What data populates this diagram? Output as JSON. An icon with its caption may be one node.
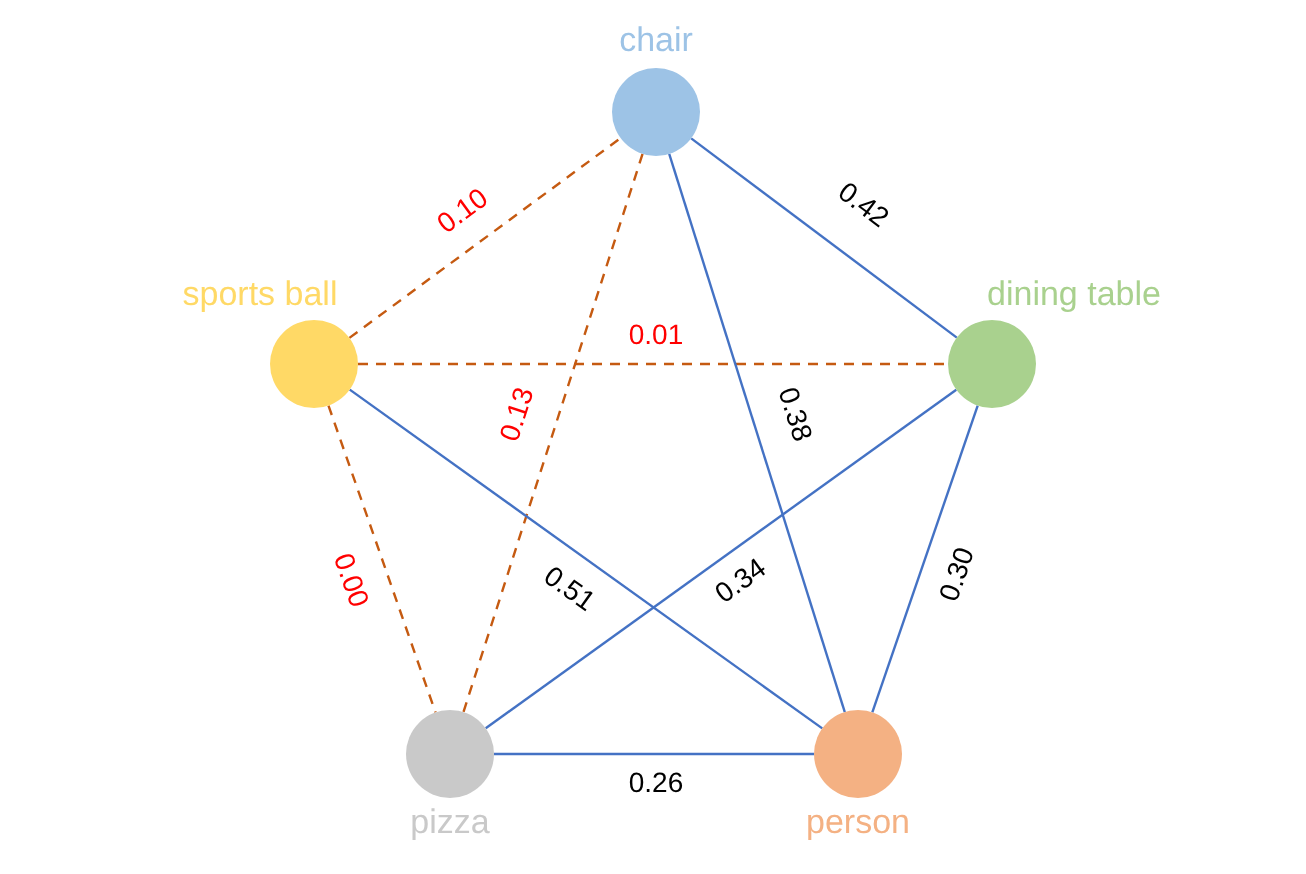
{
  "diagram": {
    "nodes": [
      {
        "text": [
          "chair"
        ]
      },
      {
        "text": [
          "sports ball"
        ]
      },
      {
        "text": [
          "dining table"
        ]
      },
      {
        "text": [
          "pizza"
        ]
      },
      {
        "text": [
          "person"
        ]
      }
    ],
    "edges": [
      {
        "from": 1,
        "to": 0,
        "arrow": "none",
        "label": "0.10",
        "style": "dashed",
        "color": "#c55a11"
      },
      {
        "from": 1,
        "to": 2,
        "arrow": "none",
        "label": "0.01",
        "style": "dashed",
        "color": "#c55a11"
      },
      {
        "from": 0,
        "to": 3,
        "arrow": "none",
        "label": "0.13",
        "style": "dashed",
        "color": "#c55a11"
      },
      {
        "from": 1,
        "to": 3,
        "arrow": "none",
        "label": "0.00",
        "style": "dashed",
        "color": "#c55a11"
      },
      {
        "from": 0,
        "to": 2,
        "arrow": "none",
        "label": "0.42"
      },
      {
        "from": 0,
        "to": 4,
        "arrow": "none",
        "label": "0.38"
      },
      {
        "from": 2,
        "to": 4,
        "arrow": "none",
        "label": "0.30"
      },
      {
        "from": 1,
        "to": 4,
        "arrow": "none",
        "label": "0.51"
      },
      {
        "from": 2,
        "to": 3,
        "arrow": "none",
        "label": "0.34"
      },
      {
        "from": 3,
        "to": 4,
        "arrow": "none",
        "label": "0.26"
      }
    ]
  }
}
